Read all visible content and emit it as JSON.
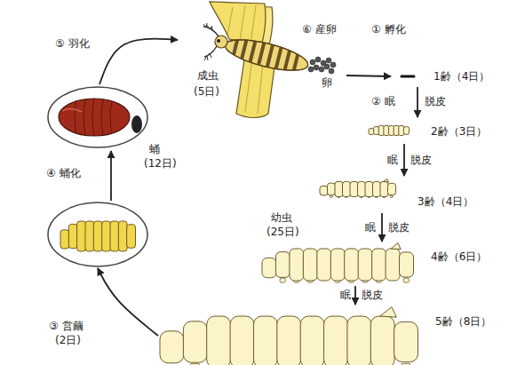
{
  "diagram": {
    "nodes": [
      {
        "text": [
          "成虫",
          "(5日)"
        ]
      },
      {
        "text": [
          "卵"
        ]
      },
      {
        "text": [
          "1齢（4日）"
        ]
      },
      {
        "text": [
          "2齢（3日）"
        ]
      },
      {
        "text": [
          "3齢（4日）"
        ]
      },
      {
        "text": [
          "4齢（6日）"
        ]
      },
      {
        "text": [
          "5齢（8日）"
        ]
      },
      {
        "text": [
          "③ 営繭",
          "(2日)"
        ]
      },
      {
        "text": [
          "蛹",
          "(12日)"
        ]
      }
    ],
    "edges": [
      {
        "from": 8,
        "to": 0,
        "arrow": "to"
      },
      {
        "from": 1,
        "to": 2,
        "arrow": "to"
      },
      {
        "from": 2,
        "to": 3,
        "arrow": "to"
      },
      {
        "from": 3,
        "to": 4,
        "arrow": "to"
      },
      {
        "from": 4,
        "to": 5,
        "arrow": "to"
      },
      {
        "from": 5,
        "to": 6,
        "arrow": "to"
      },
      {
        "from": 6,
        "to": 7,
        "arrow": "to"
      },
      {
        "from": 7,
        "to": 8,
        "arrow": "to"
      }
    ],
    "labels": [
      "⑤ 羽化",
      "⑥ 産卵",
      "① 孵化",
      "② 眠",
      "脱皮",
      "眠",
      "脱皮",
      "幼虫",
      "(25日)",
      "眠",
      "脱皮",
      "眠",
      "脱皮",
      "④ 蛹化"
    ]
  }
}
